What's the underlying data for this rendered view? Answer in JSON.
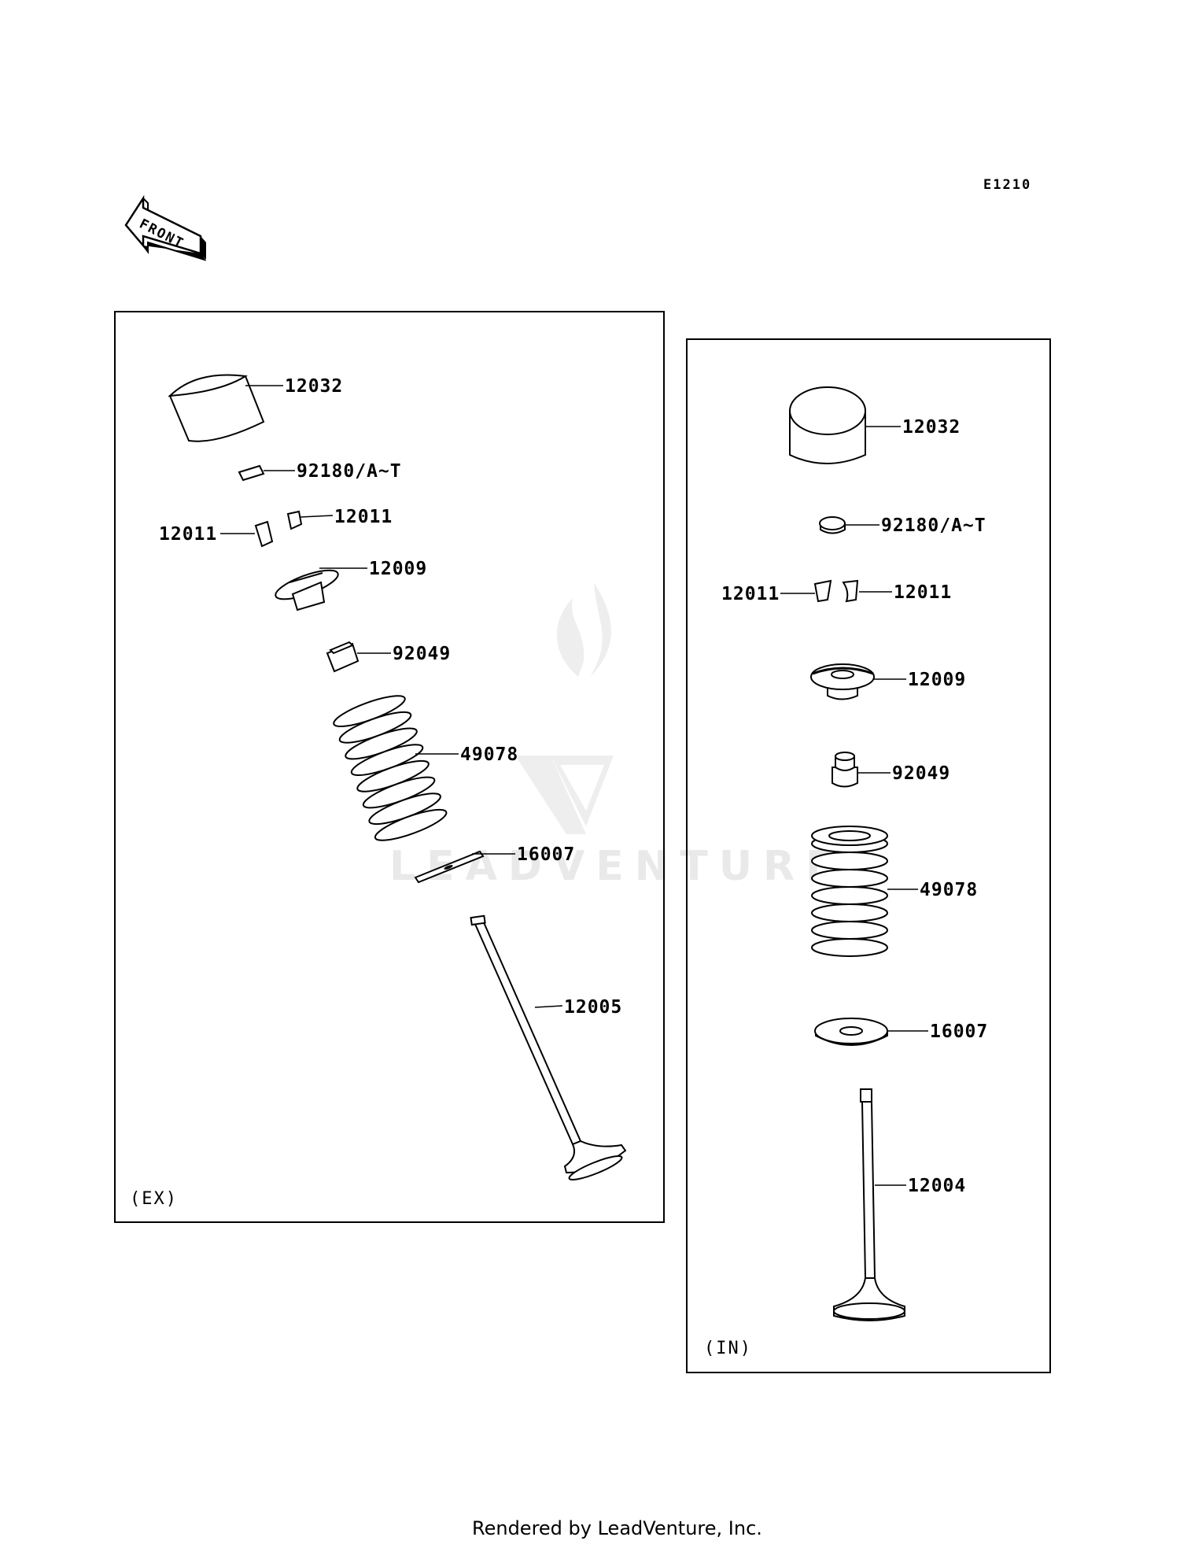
{
  "diagram": {
    "code": "E1210",
    "front_label": "FRONT",
    "watermark": "LEADVENTURE",
    "footer": "Rendered by LeadVenture, Inc.",
    "panels": [
      {
        "tag": "(EX)",
        "parts": [
          "12032",
          "92180/A~T",
          "12011",
          "12011",
          "12009",
          "92049",
          "49078",
          "16007",
          "12005"
        ]
      },
      {
        "tag": "(IN)",
        "parts": [
          "12032",
          "92180/A~T",
          "12011",
          "12011",
          "12009",
          "92049",
          "49078",
          "16007",
          "12004"
        ]
      }
    ]
  }
}
